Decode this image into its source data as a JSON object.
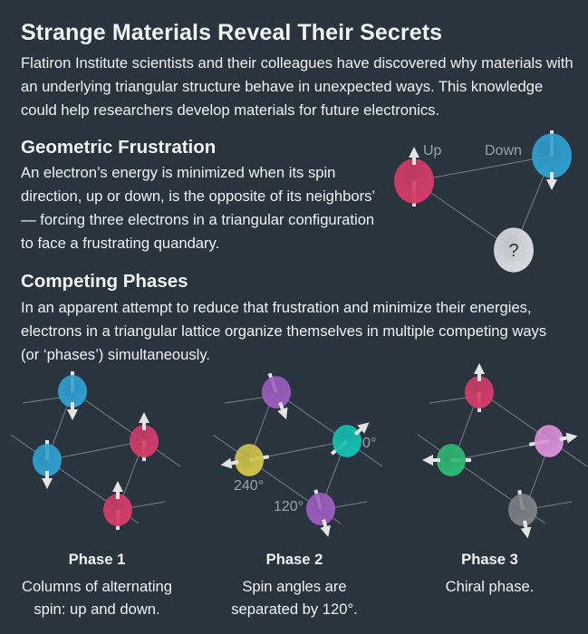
{
  "title": "Strange Materials Reveal Their Secrets",
  "intro": "Flatiron Institute scientists and their colleagues have discovered why materials with an underlying triangular structure behave in unexpected ways. This knowledge could help researchers develop materials for future electronics.",
  "frustration": {
    "heading": "Geometric Frustration",
    "text": "An electron’s energy is minimized when its spin direction, up or down, is the opposite of its neighbors’ — forcing three electrons in a triangular configuration to face a frustrating quandary.",
    "labels": {
      "up": "Up",
      "down": "Down",
      "unknown": "?"
    }
  },
  "phases_section": {
    "heading": "Competing Phases",
    "text": "In an apparent attempt to reduce that frustration and minimize their energies, electrons in a triangular lattice organize themselves in multiple competing ways (or ‘phases’) simultaneously.",
    "angle_labels": {
      "a0": "0°",
      "a120": "120°",
      "a240": "240°"
    }
  },
  "phases": [
    {
      "title": "Phase 1",
      "description": "Columns of alternating spin: up and down."
    },
    {
      "title": "Phase 2",
      "description": "Spin angles are separated by 120°."
    },
    {
      "title": "Phase 3",
      "description": "Chiral phase."
    }
  ],
  "colors": {
    "background": "#29343f",
    "red": "#d23c68",
    "blue": "#2e9fd0",
    "white": "#d9dbe0",
    "purple": "#9b5cbf",
    "yellow": "#cfc24a",
    "teal": "#12c0b0",
    "green": "#2fb872",
    "pink": "#d890d8",
    "gray": "#7d8084"
  }
}
